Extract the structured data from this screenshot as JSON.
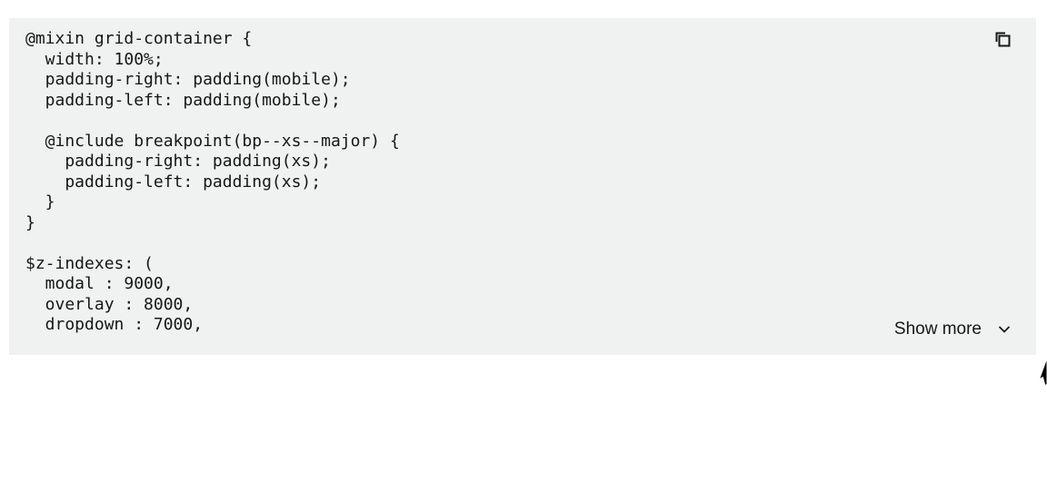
{
  "code_snippet": {
    "language": "scss",
    "lines": [
      "@mixin grid-container {",
      "  width: 100%;",
      "  padding-right: padding(mobile);",
      "  padding-left: padding(mobile);",
      "",
      "  @include breakpoint(bp--xs--major) {",
      "    padding-right: padding(xs);",
      "    padding-left: padding(xs);",
      "  }",
      "}",
      "",
      "$z-indexes: (",
      "  modal : 9000,",
      "  overlay : 8000,",
      "  dropdown : 7000,"
    ],
    "show_more_label": "Show more"
  },
  "icons": {
    "copy_button": "copy-icon",
    "show_more_chevron": "chevron-down-icon",
    "pointer": "mouse-cursor"
  },
  "colors": {
    "snippet_background": "#f0f1f1",
    "code_text": "#161616",
    "ui_text": "#161616",
    "page_background": "#ffffff"
  }
}
